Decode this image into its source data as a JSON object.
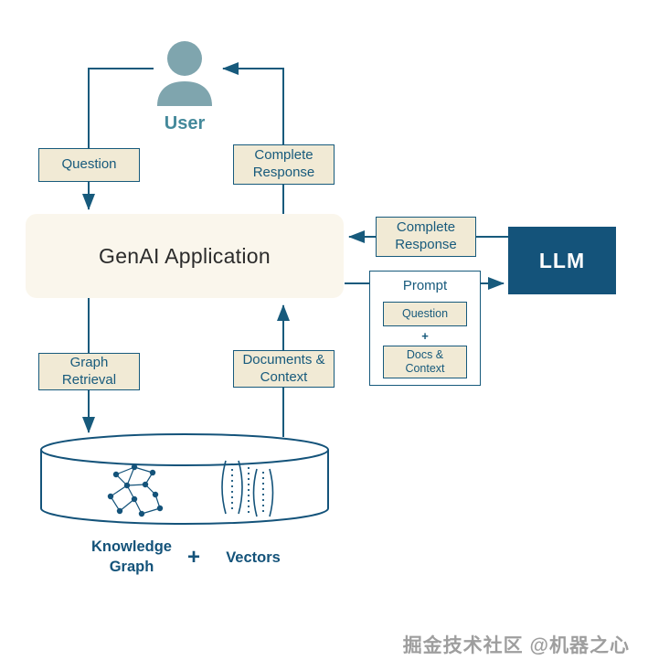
{
  "watermark": "掘金技术社区 @机器之心",
  "colors": {
    "teal": "#175a7c",
    "navy": "#14537a",
    "beige": "#f1ead5",
    "app_bg": "#faf6ec",
    "user_icon": "#7fa5ae",
    "user_label": "#44899b",
    "text_dark": "#2b2b2b",
    "watermark_gray": "#9e9e9e"
  },
  "nodes": {
    "user": {
      "label": "User"
    },
    "question": {
      "label": "Question"
    },
    "complete_response_top": {
      "label": "Complete Response"
    },
    "genai_app": {
      "label": "GenAI Application"
    },
    "complete_response_right": {
      "label": "Complete Response"
    },
    "llm": {
      "label": "LLM"
    },
    "prompt": {
      "label": "Prompt",
      "question": "Question",
      "plus": "+",
      "docs_context": "Docs & Context"
    },
    "graph_retrieval": {
      "label": "Graph Retrieval"
    },
    "documents_context": {
      "label": "Documents & Context"
    },
    "datastore": {
      "knowledge_graph": "Knowledge Graph",
      "plus": "+",
      "vectors": "Vectors"
    }
  }
}
